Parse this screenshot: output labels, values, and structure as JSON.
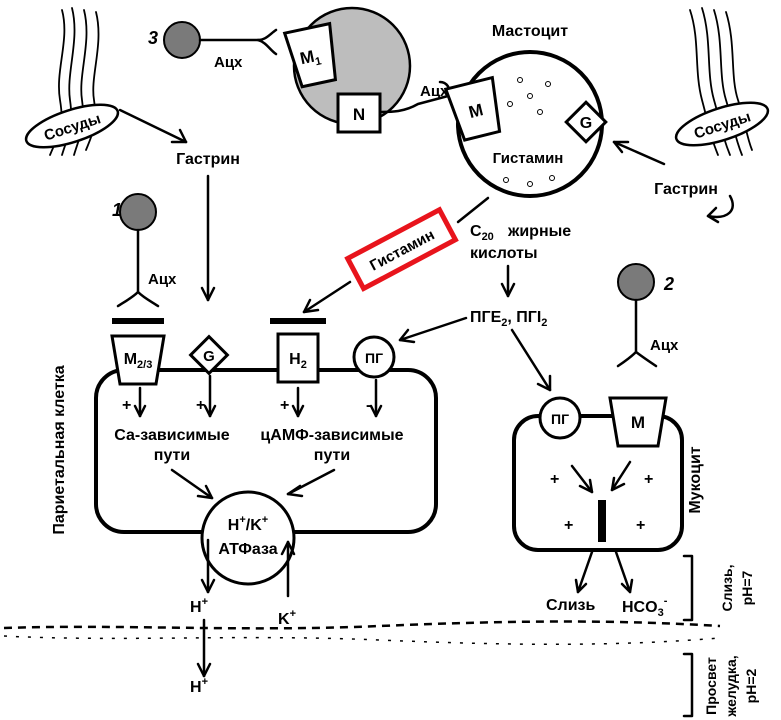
{
  "labels": {
    "mast_cell": "Мастоцит",
    "vessels": "Сосуды",
    "gastrin": "Гастрин",
    "ach": "Ацх",
    "histamine": "Гистамин",
    "fatty_acids_line1": "жирные",
    "fatty_acids_line2": "кислоты",
    "c20": "C",
    "c20_sub": "20",
    "pge": "ПГЕ",
    "pge_sub": "2",
    "pgi": ", ПГI",
    "pgi_sub": "2",
    "ca_line1": "Са-зависимые",
    "camp_line1": "цАМФ-зависимые",
    "ways": "пути",
    "hk": "H",
    "hk_mid": "/K",
    "atpase": "АТФаза",
    "h_plus": "H",
    "k_plus": "K",
    "plus_sup": "+",
    "parietal_cell": "Париетальная клетка",
    "mucocyte": "Мукоцит",
    "mucus": "Слизь",
    "bicarbonate": "HCO",
    "bicarb_sub": "3",
    "mucus_ph_line1": "Слизь,",
    "mucus_ph_line2": "pH=7",
    "lumen_line1": "Просвет",
    "lumen_line2": "желудка,",
    "lumen_line3": "pH=2",
    "plus": "+",
    "minus": "-"
  },
  "receptors": {
    "m1": "M",
    "m1_sub": "1",
    "n": "N",
    "m": "M",
    "g": "G",
    "m23": "M",
    "m23_sub": "2/3",
    "h2": "H",
    "h2_sub": "2",
    "pg": "ПГ"
  },
  "neuron_numbers": {
    "one": "1",
    "two": "2",
    "three": "3"
  },
  "highlight_color": "#e8141c"
}
